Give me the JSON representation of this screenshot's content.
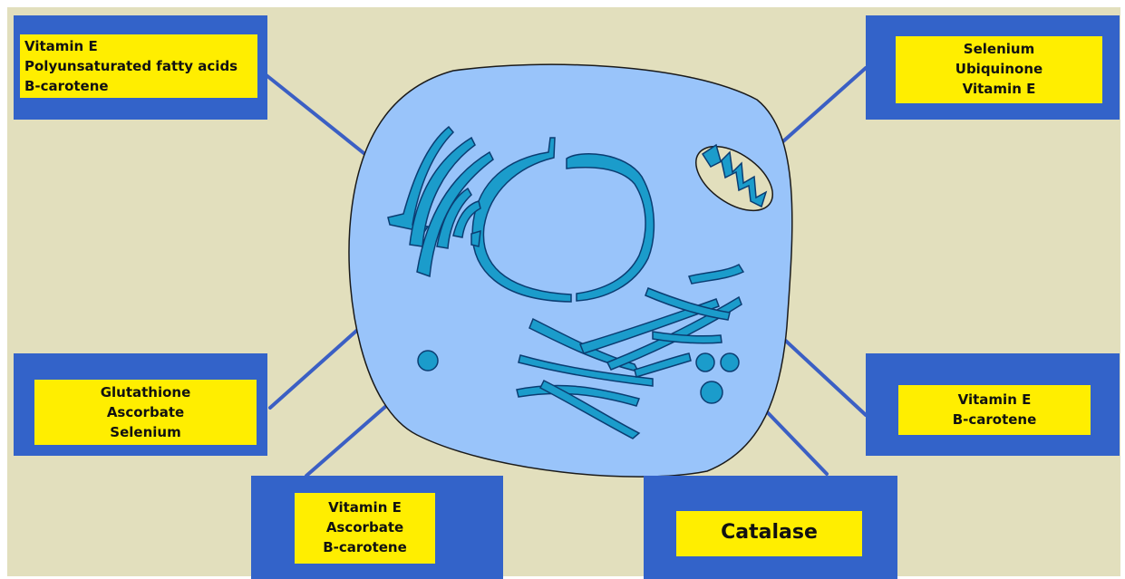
{
  "colors": {
    "background": "#e2dfbd",
    "cell_fill": "#99c4fa",
    "organelle_fill": "#1b9ccb",
    "organelle_stroke": "#0b3d72",
    "box_blue": "#3363c9",
    "label_yellow": "#ffee00",
    "connector": "#3b5fc4"
  },
  "labels": {
    "membrane": [
      "Vitamin E",
      "Polyunsaturated fatty acids",
      "B-carotene"
    ],
    "mitochondrion": [
      "Selenium",
      "Ubiquinone",
      "Vitamin E"
    ],
    "cytosol": [
      "Glutathione",
      "Ascorbate",
      "Selenium"
    ],
    "vesicle": [
      "Vitamin E",
      "Ascorbate",
      "B-carotene"
    ],
    "endoplasmic_reticulum": [
      "Vitamin E",
      "B-carotene"
    ],
    "peroxisome": [
      "Catalase"
    ]
  }
}
